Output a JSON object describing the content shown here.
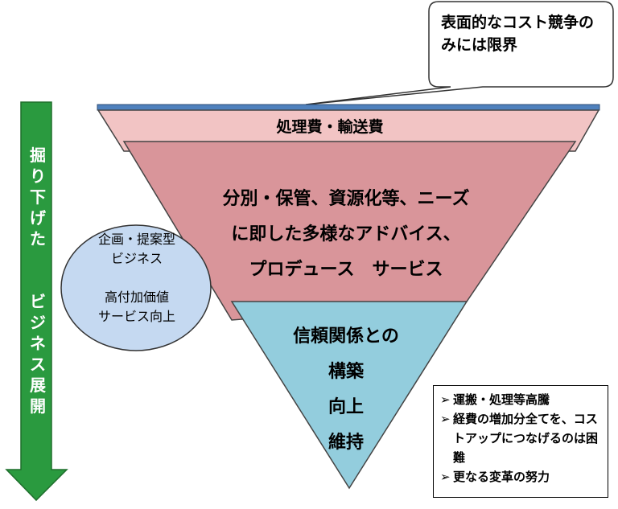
{
  "callout": {
    "text": "表面的なコスト競争のみには限界"
  },
  "pyramid": {
    "tier1": {
      "text": "処理費・輸送費"
    },
    "tier2": {
      "lines": [
        "分別・保管、資源化等、ニーズ",
        "に即した多様なアドバイス、",
        "プロデュース　サービス"
      ]
    },
    "tier3": {
      "lines": [
        "信頼関係との",
        "構築",
        "向上",
        "維持"
      ]
    }
  },
  "ellipse": {
    "lines": [
      "企画・提案型",
      "ビジネス",
      "",
      "高付加価値",
      "サービス向上"
    ]
  },
  "arrow": {
    "lines": [
      "掘",
      "り",
      "下",
      "げ",
      "た",
      "",
      "",
      "ビ",
      "ジ",
      "ネ",
      "ス",
      "展",
      "開"
    ]
  },
  "notes": {
    "bullet": "➢",
    "items": [
      "運搬・処理等高騰",
      "経費の増加分全てを、コストアップにつなげるのは困難",
      "更なる変革の努力"
    ]
  },
  "colors": {
    "tier1": "#f2c4c4",
    "tier2": "#d9959a",
    "tier3": "#93cddd",
    "ellipse": "#c5d9f1",
    "arrow": "#2a9a3f",
    "bar": "#4f81bd"
  }
}
